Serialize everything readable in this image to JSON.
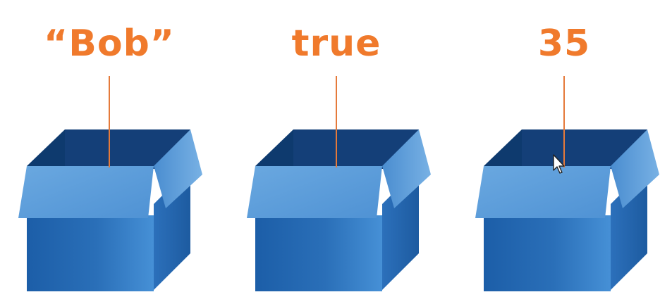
{
  "colors": {
    "label": "#f07a2c",
    "string_line": "#e57a3a",
    "box_front_dark": "#1c5da6",
    "box_front_light": "#3f86cd",
    "box_side": "#2f74bf",
    "box_inside": "#0f3d73",
    "box_inside_back": "#1a4e8a",
    "flap_front": "#5b9bd8",
    "flap_side": "#4a8ccf",
    "background": "#ffffff"
  },
  "boxes": [
    {
      "label": "“Bob”"
    },
    {
      "label": "true"
    },
    {
      "label": "35"
    }
  ],
  "cursor": {
    "visible": true,
    "icon": "arrow-cursor-icon"
  }
}
